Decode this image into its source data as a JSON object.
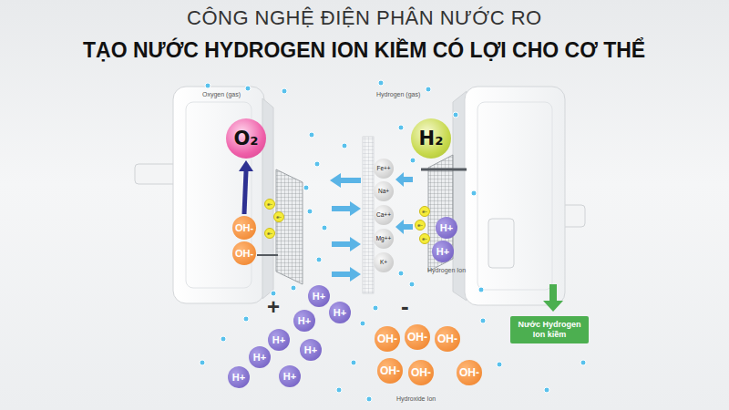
{
  "diagram": {
    "title": "CÔNG NGHỆ ĐIỆN PHÂN NƯỚC RO",
    "nodes": [
      {
        "text": [
          "O₂"
        ]
      },
      {
        "text": [
          "H₂"
        ]
      },
      {
        "text": [
          "e-"
        ]
      },
      {
        "text": [
          "e-"
        ]
      },
      {
        "text": [
          "e-"
        ]
      },
      {
        "text": [
          "OH-"
        ]
      },
      {
        "text": [
          "OH-"
        ]
      },
      {
        "text": [
          "Fe++"
        ]
      },
      {
        "text": [
          "Na+"
        ]
      },
      {
        "text": [
          "Ca++"
        ]
      },
      {
        "text": [
          "Mg++"
        ]
      },
      {
        "text": [
          "K+"
        ]
      },
      {
        "text": [
          "e-"
        ]
      },
      {
        "text": [
          "e-"
        ]
      },
      {
        "text": [
          "e-"
        ]
      },
      {
        "text": [
          "H+"
        ]
      },
      {
        "text": [
          "H+"
        ]
      },
      {
        "text": [
          "H+"
        ]
      },
      {
        "text": [
          "H+"
        ]
      },
      {
        "text": [
          "H+"
        ]
      },
      {
        "text": [
          "H+"
        ]
      },
      {
        "text": [
          "H+"
        ]
      },
      {
        "text": [
          "H+"
        ]
      },
      {
        "text": [
          "H+"
        ]
      },
      {
        "text": [
          "H+"
        ]
      },
      {
        "text": [
          "OH-"
        ]
      },
      {
        "text": [
          "OH-"
        ]
      },
      {
        "text": [
          "OH-"
        ]
      },
      {
        "text": [
          "OH-"
        ]
      },
      {
        "text": [
          "OH-"
        ]
      },
      {
        "text": [
          "OH-"
        ]
      },
      {
        "text": [
          "Nước Hydrogen Ion kiềm"
        ]
      }
    ],
    "edges": [
      {
        "from": 5,
        "to": 0,
        "arrow": "to"
      }
    ],
    "labels": [
      "TẠO NƯỚC HYDROGEN ION KIỀM CÓ LỢI CHO CƠ THỂ",
      "Oxygen (gas)",
      "Hydrogen (gas)",
      "Hydrogen Ion",
      "+",
      "-",
      "Hydroxide Ion"
    ]
  }
}
